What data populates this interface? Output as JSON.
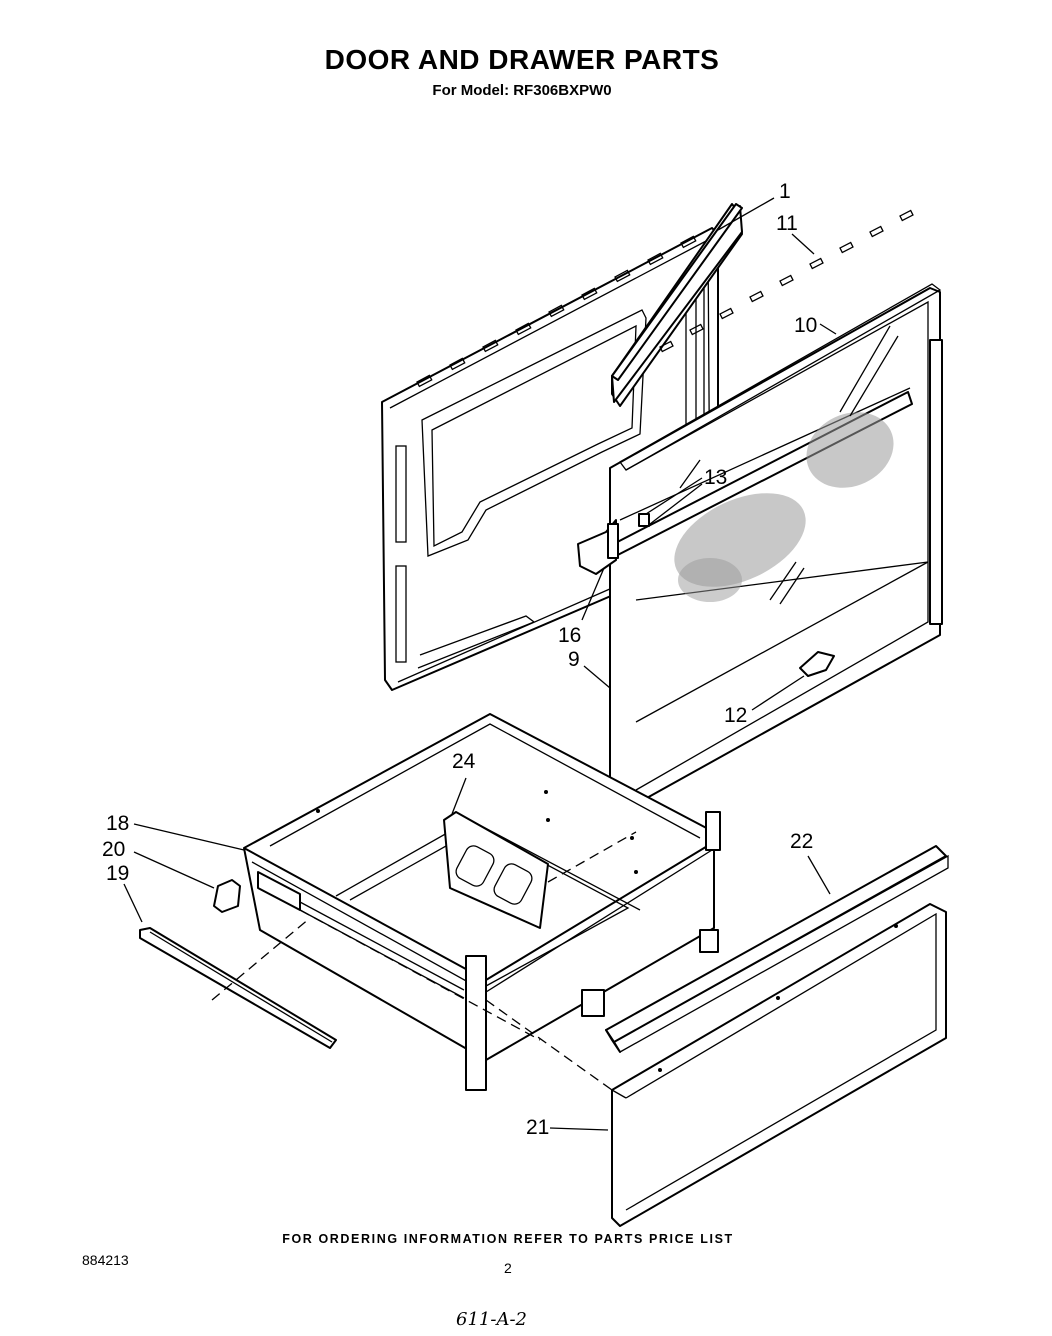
{
  "title": "DOOR AND DRAWER PARTS",
  "subtitle": "For Model: RF306BXPW0",
  "footer_note": "FOR ORDERING INFORMATION REFER TO PARTS PRICE LIST",
  "doc_number": "884213",
  "page_number": "2",
  "handwritten_note": "611-A-2",
  "callouts": [
    "1",
    "11",
    "10",
    "13",
    "16",
    "9",
    "12",
    "24",
    "18",
    "20",
    "19",
    "22",
    "21"
  ]
}
